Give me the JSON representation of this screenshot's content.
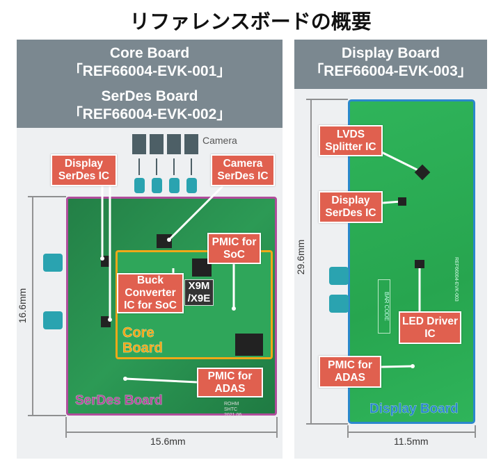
{
  "title": "リファレンスボードの概要",
  "left_panel": {
    "header": [
      "Core Board",
      "「REF66004-EVK-001」",
      "SerDes Board",
      "「REF66004-EVK-002」"
    ],
    "camera_label": "Camera",
    "labels": {
      "display_serdes": "Display SerDes IC",
      "camera_serdes": "Camera SerDes IC",
      "pmic_soc": "PMIC for SoC",
      "buck": "Buck Converter IC for SoC",
      "soc": "X9M /X9E",
      "pmic_adas": "PMIC for ADAS"
    },
    "core_board": "Core Board",
    "serdes_board": "SerDes Board",
    "silkscreen": "ROHM SHTC 2021.06",
    "height": "16.6mm",
    "width": "15.6mm"
  },
  "right_panel": {
    "header": [
      "Display Board",
      "「REF66004-EVK-003」"
    ],
    "labels": {
      "lvds": "LVDS Splitter IC",
      "display_serdes": "Display SerDes IC",
      "led": "LED Driver IC",
      "pmic_adas": "PMIC for ADAS"
    },
    "silkscreen": "REF66004-EVK-003",
    "barcode": "BAR CODE",
    "display_board": "Display Board",
    "height": "29.6mm",
    "width": "11.5mm"
  },
  "colors": {
    "label": "#e0604f",
    "serdes": "#b04d9c",
    "core": "#f0a818",
    "display": "#2a88cc",
    "header": "#7b8890"
  }
}
